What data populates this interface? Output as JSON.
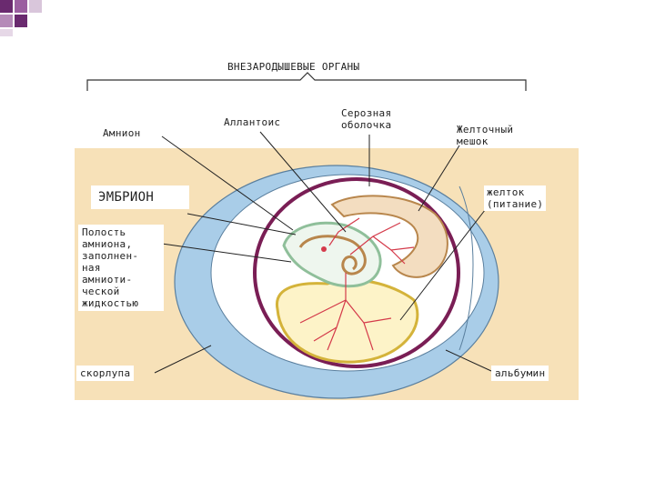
{
  "header": {
    "title": "ВНЕЗАРОДЫШЕВЫЕ  ОРГАНЫ"
  },
  "labels": {
    "amnion": "Амнион",
    "allantois": "Аллантоис",
    "serosa": "Серозная\nоболочка",
    "yolk_sac": "Желточный\nмешок",
    "embryo": "ЭМБРИОН",
    "yolk": "желток\n(питание)",
    "amnion_cavity": "Полость\nамниона,\nзаполнен-\nная\nамниоти-\nческой\nжидкостью",
    "shell": "скорлупа",
    "albumen": "альбумин"
  },
  "colors": {
    "corner_purple": "#6a2a6f",
    "background_panel": "#f7e1b8",
    "shell_blue": "#a9cde8",
    "egg_white": "#ffffff",
    "serosa_purple": "#7a1e55",
    "yolk_fill": "#fdf3c8",
    "yolk_outline": "#d4b33a",
    "vessel_red": "#d43a4a",
    "amnion_green": "#8fbf9a",
    "allantois_fill": "#f3ddc0"
  }
}
